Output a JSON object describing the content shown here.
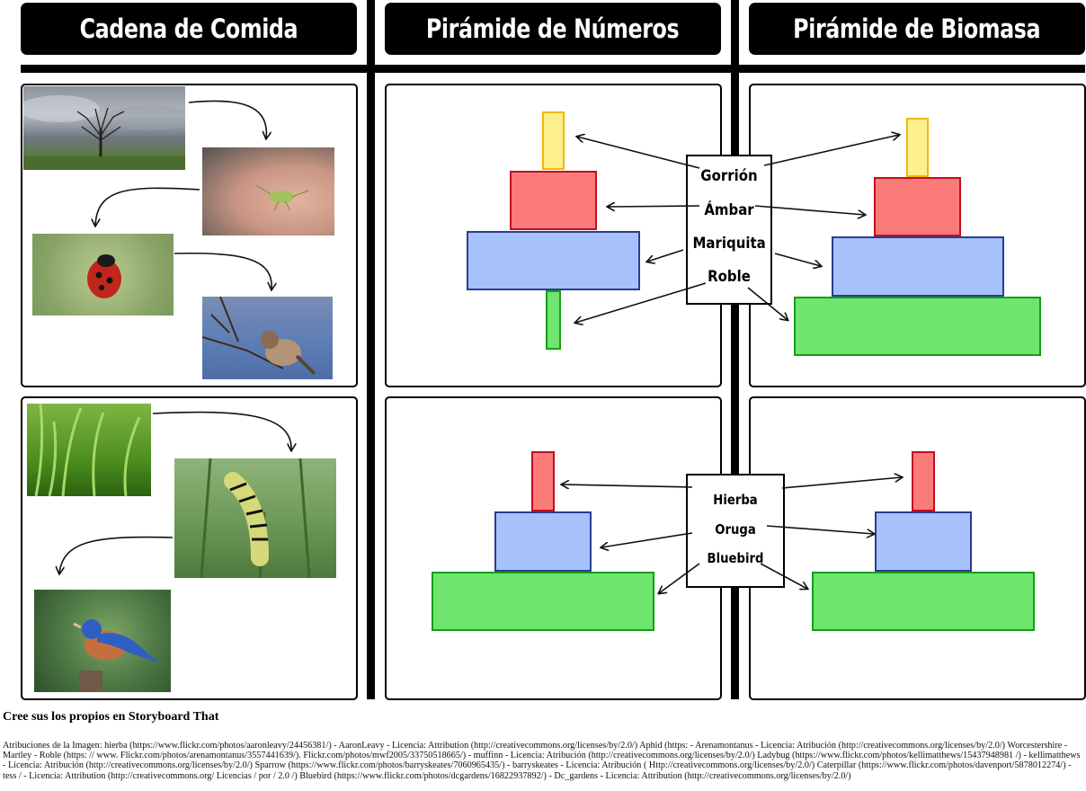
{
  "headers": {
    "food_chain": "Cadena de Comida",
    "numbers_pyramid": "Pirámide de Números",
    "biomass_pyramid": "Pirámide de Biomasa"
  },
  "row1": {
    "labels": [
      "Gorrión",
      "Ámbar",
      "Mariquita",
      "Roble"
    ],
    "photos": [
      "tree-photo",
      "aphid-photo",
      "ladybug-photo",
      "sparrow-photo"
    ]
  },
  "row2": {
    "labels": [
      "Hierba",
      "Oruga",
      "Bluebird"
    ],
    "photos": [
      "grass-photo",
      "caterpillar-photo",
      "bluebird-photo"
    ]
  },
  "colors": {
    "yellow": "#fdf08c",
    "red": "#fb7a7a",
    "blue": "#a7c1fb",
    "green": "#6fe46f"
  },
  "footer": {
    "cta": "Cree sus los propios en Storyboard That",
    "attributions": "Atribuciones de la Imagen: hierba (https://www.flickr.com/photos/aaronleavy/24456381/) - AaronLeavy - Licencia: Attribution (http://creativecommons.org/licenses/by/2.0/) Aphid (https: - Arenamontanus - Licencia: Atribución (http://creativecommons.org/licenses/by/2.0/) Worcestershire - Martley - Roble (https: // www. Flickr.com/photos/arenamontanus/3557441639/). Flickr.com/photos/mwf2005/33750518665/) - muffinn - Licencia: Atribución (http://creativecommons.org/licenses/by/2.0/) Ladybug (https://www.flickr.com/photos/kellimatthews/15437948981 /) - kellimatthews - Licencia: Atribución (http://creativecommons.org/licenses/by/2.0/) Sparrow (https://www.flickr.com/photos/barryskeates/7060965435/) - barryskeates - Licencia: Atribución ( Http://creativecommons.org/licenses/by/2.0/) Caterpillar (https://www.flickr.com/photos/davenport/5878012274/) - tess / - Licencia: Attribution (http://creativecommons.org/ Licencias / por / 2.0 /) Bluebird (https://www.flickr.com/photos/dcgardens/16822937892/) - Dc_gardens - Licencia: Attribution (http://creativecommons.org/licenses/by/2.0/)"
  }
}
